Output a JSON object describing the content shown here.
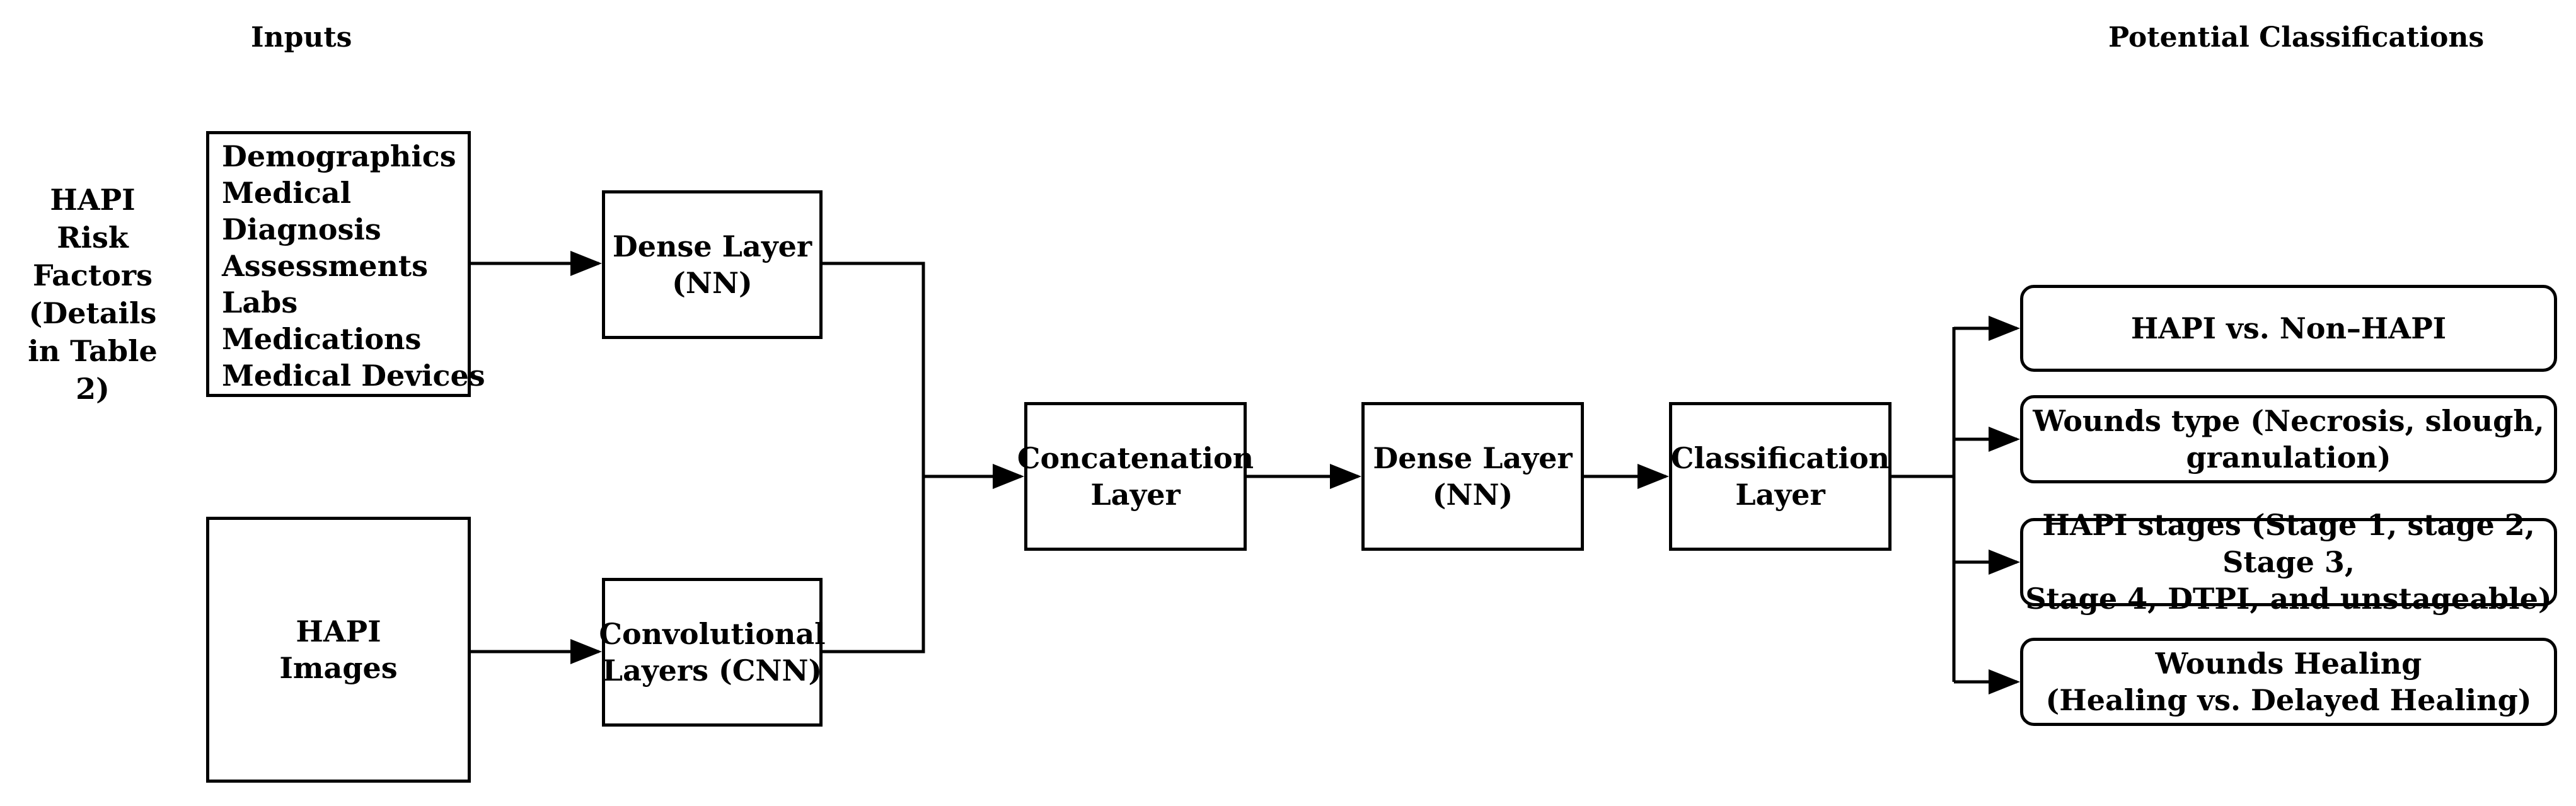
{
  "headers": {
    "inputs": "Inputs",
    "potential_classifications": "Potential Classifications"
  },
  "risk_factors": {
    "lines": [
      "HAPI",
      "Risk",
      "Factors",
      "(Details",
      "in Table 2)"
    ]
  },
  "inputs_list": {
    "items": [
      "Demographics",
      "Medical",
      "Diagnosis",
      "Assessments",
      "Labs",
      "Medications",
      "Medical Devices"
    ]
  },
  "images_box": {
    "line1": "HAPI",
    "line2": "Images"
  },
  "dense_nn_top": {
    "line1": "Dense Layer",
    "line2": "(NN)"
  },
  "cnn_box": {
    "line1": "Convolutional",
    "line2": "Layers (CNN)"
  },
  "concat_box": {
    "line1": "Concatenation",
    "line2": "Layer"
  },
  "dense_nn_mid": {
    "line1": "Dense Layer",
    "line2": "(NN)"
  },
  "classification_box": {
    "line1": "Classification",
    "line2": "Layer"
  },
  "outputs": [
    {
      "line1": "HAPI vs. Non–HAPI",
      "line2": ""
    },
    {
      "line1": "Wounds type (Necrosis, slough,",
      "line2": "granulation)"
    },
    {
      "line1": "HAPI stages (Stage 1, stage 2, Stage 3,",
      "line2": "Stage 4,  DTPI, and unstageable)"
    },
    {
      "line1": "Wounds Healing",
      "line2": "(Healing vs. Delayed Healing)"
    }
  ]
}
